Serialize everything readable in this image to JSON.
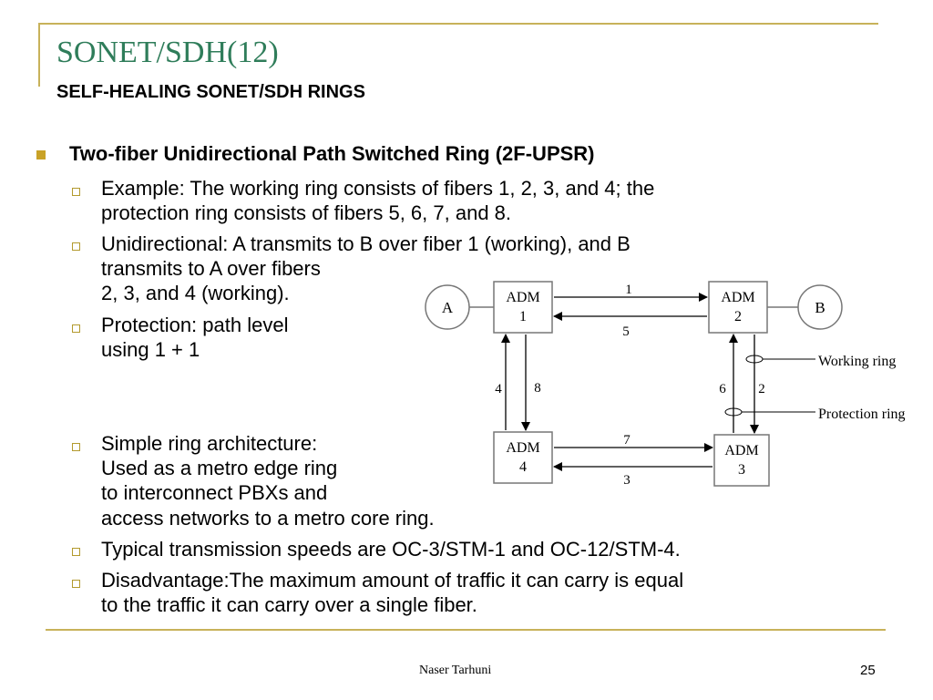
{
  "slide": {
    "title": "SONET/SDH(12)",
    "subtitle": "SELF-HEALING SONET/SDH RINGS",
    "main_bullet": "Two-fiber Unidirectional Path Switched Ring (2F-UPSR)",
    "bullets": [
      [
        "Example: The working ring consists of fibers 1, 2, 3, and 4; the",
        "protection ring consists of fibers 5, 6, 7, and 8."
      ],
      [
        "Unidirectional: A transmits to B over fiber 1 (working), and B",
        "transmits to A over fibers",
        " 2, 3, and 4 (working)."
      ],
      [
        "Protection: path level",
        "using 1 + 1"
      ],
      [
        "Simple ring architecture:",
        "Used as a metro edge ring",
        "to interconnect PBXs and",
        "access networks to a metro core ring."
      ],
      [
        "Typical transmission speeds are OC-3/STM-1 and OC-12/STM-4."
      ],
      [
        "Disadvantage:The maximum amount of traffic it can carry is equal",
        "to the traffic it can carry over a single fiber."
      ]
    ],
    "footer_author": "Naser Tarhuni",
    "page_number": "25"
  },
  "diagram": {
    "endpoints": [
      "A",
      "B"
    ],
    "nodes": [
      {
        "id": "adm1",
        "line1": "ADM",
        "line2": "1"
      },
      {
        "id": "adm2",
        "line1": "ADM",
        "line2": "2"
      },
      {
        "id": "adm3",
        "line1": "ADM",
        "line2": "3"
      },
      {
        "id": "adm4",
        "line1": "ADM",
        "line2": "4"
      }
    ],
    "fibers": {
      "f1": "1",
      "f2": "2",
      "f3": "3",
      "f4": "4",
      "f5": "5",
      "f6": "6",
      "f7": "7",
      "f8": "8"
    },
    "labels": {
      "working": "Working ring",
      "protection": "Protection ring"
    }
  }
}
